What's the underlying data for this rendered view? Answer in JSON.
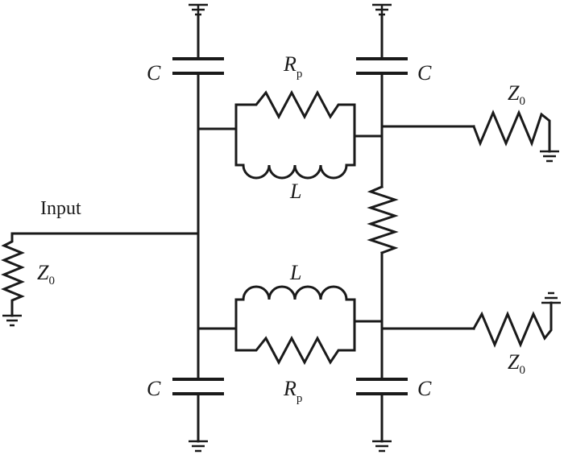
{
  "labels": {
    "input": "Input",
    "capacitor": "C",
    "inductor": "L",
    "parallel_resistor": "R",
    "parallel_resistor_sub": "p",
    "impedance": "Z",
    "impedance_sub": "0"
  },
  "colors": {
    "ink": "#1a1a1a",
    "background": "#ffffff"
  },
  "icons": [
    "ground-icon",
    "capacitor-icon",
    "resistor-icon",
    "inductor-icon"
  ]
}
